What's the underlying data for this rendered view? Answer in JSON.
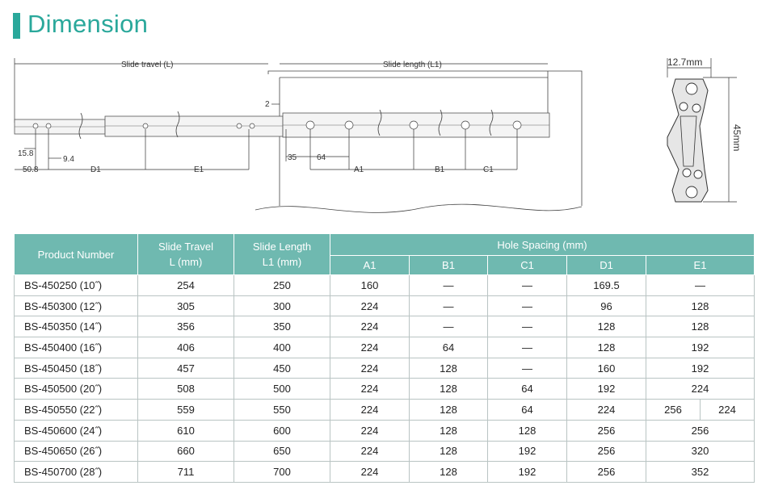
{
  "title": "Dimension",
  "drawing": {
    "slide_travel_label": "Slide travel (L)",
    "slide_length_label": "Slide length (L1)",
    "dim_2": "2",
    "dim_15_8": "15.8",
    "dim_9_4": "9.4",
    "dim_50_8": "50.8",
    "dim_d1": "D1",
    "dim_e1": "E1",
    "dim_35": "35",
    "dim_64": "64",
    "dim_a1": "A1",
    "dim_b1": "B1",
    "dim_c1": "C1",
    "width_label": "12.7mm",
    "height_label": "45mm"
  },
  "table": {
    "headers": {
      "product_number": "Product Number",
      "slide_travel_1": "Slide Travel",
      "slide_travel_2": "L (mm)",
      "slide_length_1": "Slide Length",
      "slide_length_2": "L1 (mm)",
      "hole_spacing": "Hole Spacing (mm)",
      "a1": "A1",
      "b1": "B1",
      "c1": "C1",
      "d1": "D1",
      "e1": "E1"
    },
    "rows": [
      {
        "product": "BS-450250 (10˝)",
        "travel": "254",
        "length": "250",
        "a1": "160",
        "b1": "—",
        "c1": "—",
        "d1": "169.5",
        "e1": "—"
      },
      {
        "product": "BS-450300 (12˝)",
        "travel": "305",
        "length": "300",
        "a1": "224",
        "b1": "—",
        "c1": "—",
        "d1": "96",
        "e1": "128"
      },
      {
        "product": "BS-450350 (14˝)",
        "travel": "356",
        "length": "350",
        "a1": "224",
        "b1": "—",
        "c1": "—",
        "d1": "128",
        "e1": "128"
      },
      {
        "product": "BS-450400 (16˝)",
        "travel": "406",
        "length": "400",
        "a1": "224",
        "b1": "64",
        "c1": "—",
        "d1": "128",
        "e1": "192"
      },
      {
        "product": "BS-450450 (18˝)",
        "travel": "457",
        "length": "450",
        "a1": "224",
        "b1": "128",
        "c1": "—",
        "d1": "160",
        "e1": "192"
      },
      {
        "product": "BS-450500 (20˝)",
        "travel": "508",
        "length": "500",
        "a1": "224",
        "b1": "128",
        "c1": "64",
        "d1": "192",
        "e1": "224"
      },
      {
        "product": "BS-450550 (22˝)",
        "travel": "559",
        "length": "550",
        "a1": "224",
        "b1": "128",
        "c1": "64",
        "d1": "224",
        "e1": "",
        "e1_split": [
          "256",
          "224"
        ]
      },
      {
        "product": "BS-450600 (24˝)",
        "travel": "610",
        "length": "600",
        "a1": "224",
        "b1": "128",
        "c1": "128",
        "d1": "256",
        "e1": "256"
      },
      {
        "product": "BS-450650 (26˝)",
        "travel": "660",
        "length": "650",
        "a1": "224",
        "b1": "128",
        "c1": "192",
        "d1": "256",
        "e1": "320"
      },
      {
        "product": "BS-450700 (28˝)",
        "travel": "711",
        "length": "700",
        "a1": "224",
        "b1": "128",
        "c1": "192",
        "d1": "256",
        "e1": "352"
      }
    ]
  }
}
